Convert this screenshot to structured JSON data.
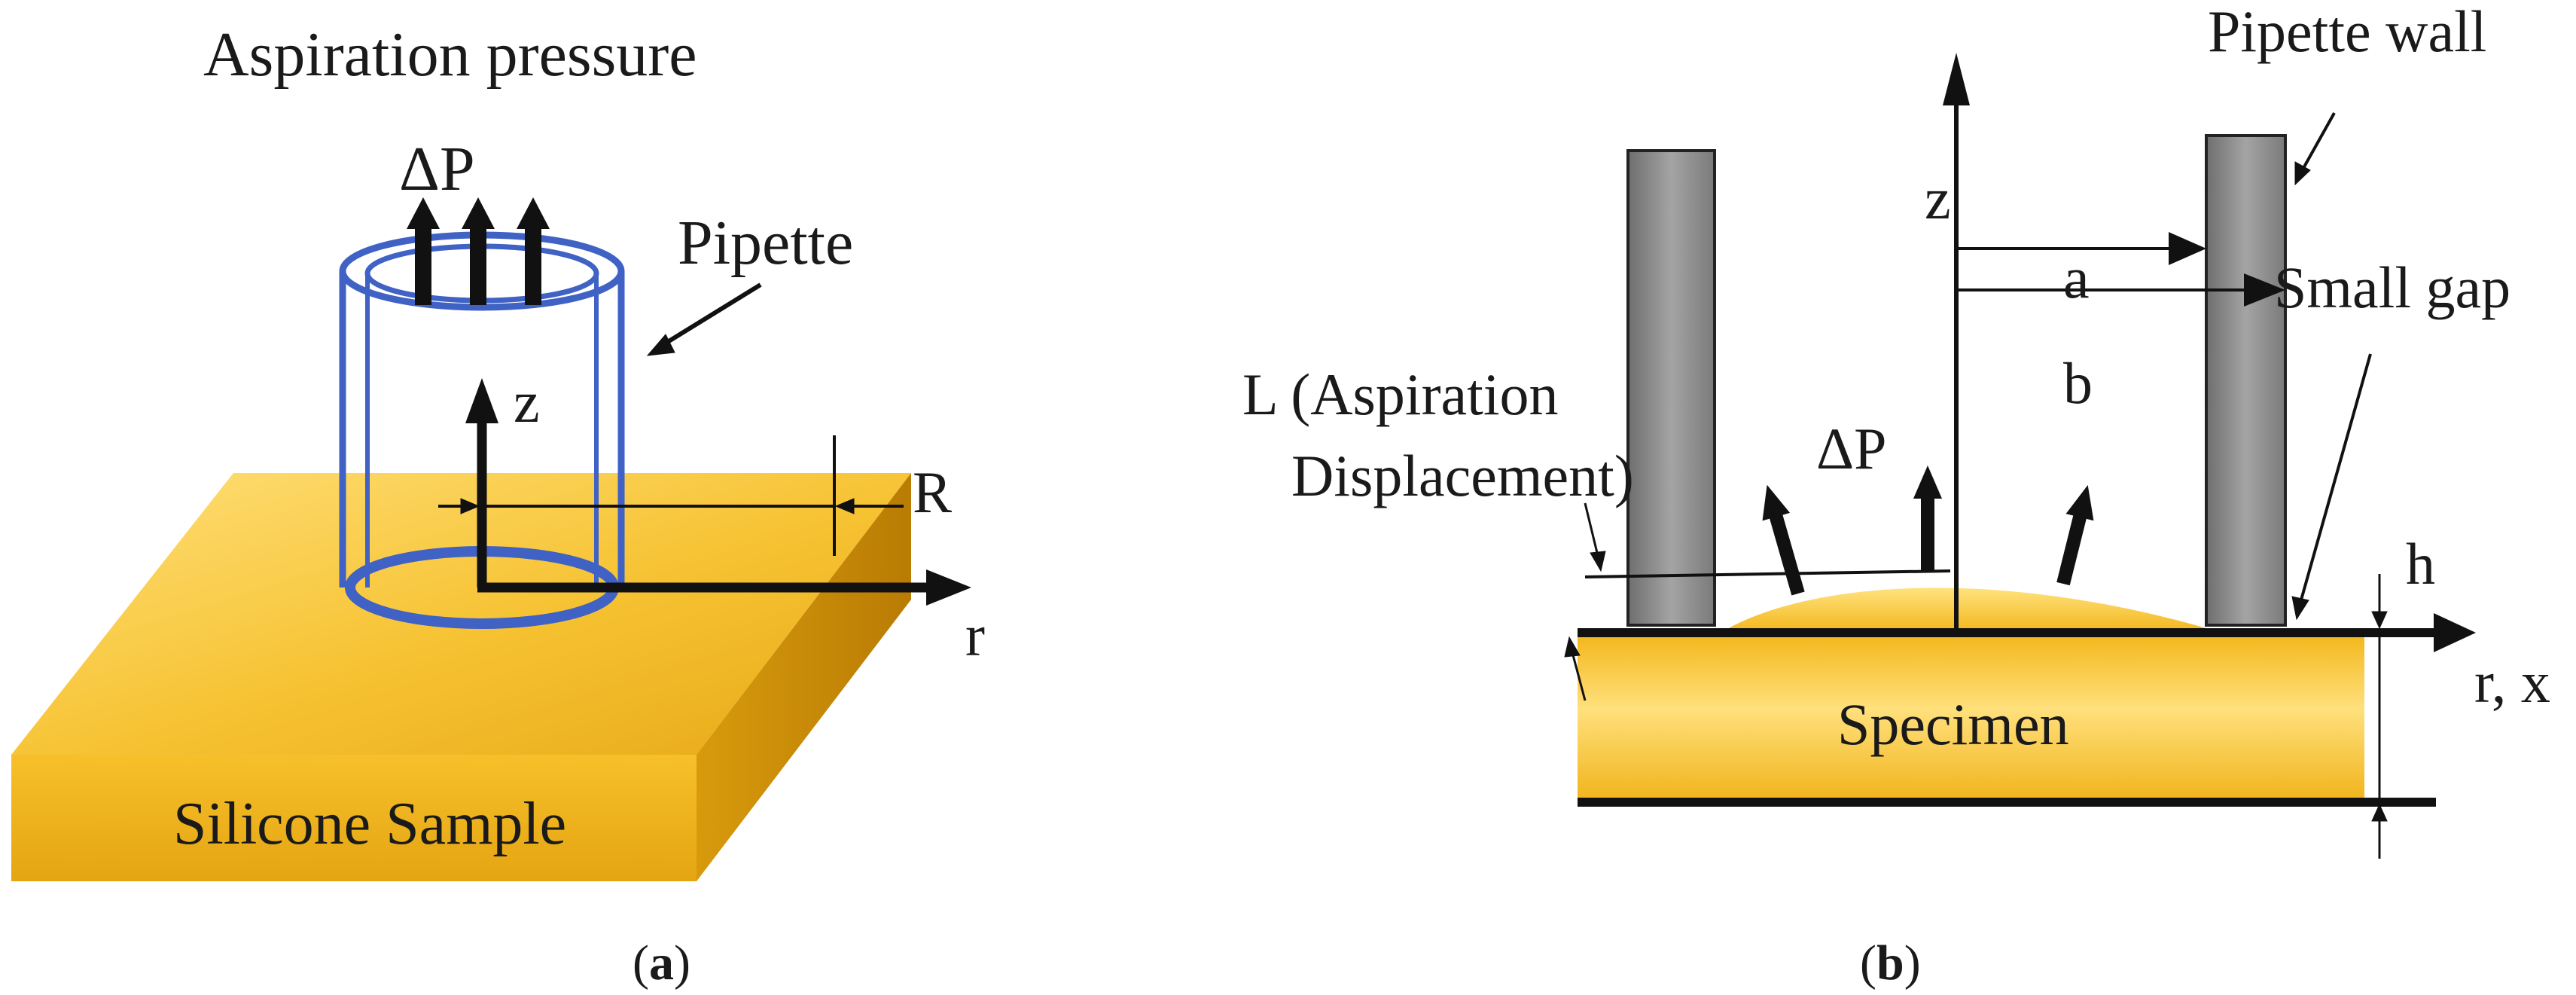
{
  "panel_a": {
    "title": "Aspiration pressure",
    "delta_p": "ΔP",
    "pipette": "Pipette",
    "z_axis": "z",
    "r_axis": "r",
    "radius": "R",
    "sample": "Silicone Sample",
    "caption_open": "(",
    "caption_letter": "a",
    "caption_close": ")"
  },
  "panel_b": {
    "pipette_wall": "Pipette wall",
    "z_axis": "z",
    "a_label": "a",
    "b_label": "b",
    "small_gap": "Small gap",
    "aspiration_line1": "L (Aspiration",
    "aspiration_line2": "Displacement)",
    "delta_p": "ΔP",
    "h_label": "h",
    "rx_axis": "r, x",
    "specimen": "Specimen",
    "caption_open": "(",
    "caption_letter": "b",
    "caption_close": ")"
  },
  "colors": {
    "gold_light": "#FFD860",
    "gold_mid": "#F2B71C",
    "gold_dark": "#C98A08",
    "pipette_blue": "#3F62C4",
    "wall_gray": "#8A8A8A",
    "ink": "#111111"
  }
}
